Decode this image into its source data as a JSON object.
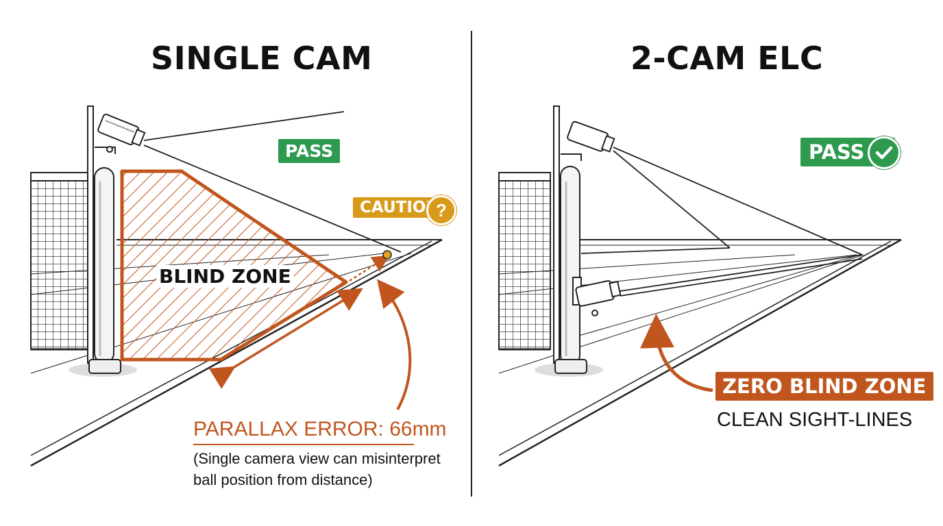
{
  "left_panel": {
    "title": "SINGLE CAM",
    "pass_badge": "PASS",
    "caution_badge": "CAUTION",
    "blind_zone_label": "BLIND ZONE",
    "parallax_label": "PARALLAX ERROR: 66mm",
    "note_line1": "(Single camera view can misinterpret",
    "note_line2": "ball position from distance)"
  },
  "right_panel": {
    "title": "2-CAM ELC",
    "pass_badge": "PASS",
    "zero_blind_label": "ZERO BLIND ZONE",
    "clean_label": "CLEAN SIGHT-LINES"
  },
  "colors": {
    "pass_green": "#2e9a4e",
    "caution_amber": "#d89a1a",
    "error_orange": "#c0561e",
    "ink": "#111111"
  },
  "icons": {
    "caution": "question-circle-icon",
    "pass": "check-circle-icon"
  }
}
